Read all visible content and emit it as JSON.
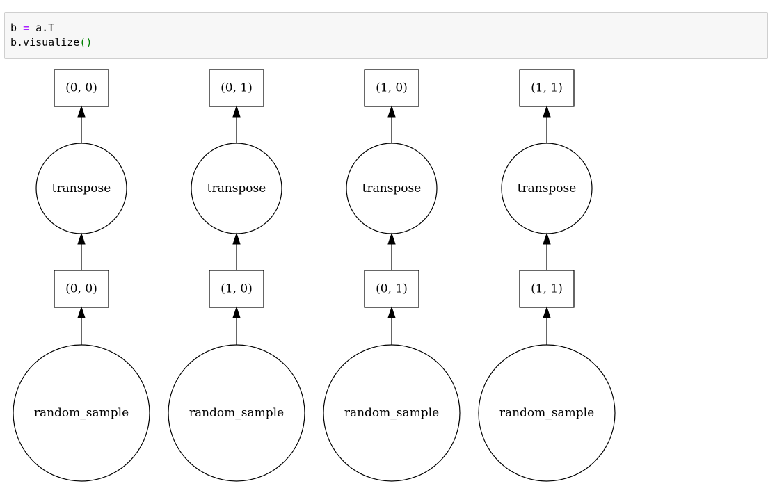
{
  "cell": {
    "line1": {
      "var": "b",
      "op": "=",
      "expr": "a.T"
    },
    "line2": {
      "call": "b.visualize",
      "parens": "()"
    }
  },
  "graph": {
    "columns": [
      {
        "output_label": "(0, 0)",
        "op_label": "transpose",
        "input_label": "(0, 0)",
        "source_label": "random_sample"
      },
      {
        "output_label": "(0, 1)",
        "op_label": "transpose",
        "input_label": "(1, 0)",
        "source_label": "random_sample"
      },
      {
        "output_label": "(1, 0)",
        "op_label": "transpose",
        "input_label": "(0, 1)",
        "source_label": "random_sample"
      },
      {
        "output_label": "(1, 1)",
        "op_label": "transpose",
        "input_label": "(1, 1)",
        "source_label": "random_sample"
      }
    ]
  }
}
